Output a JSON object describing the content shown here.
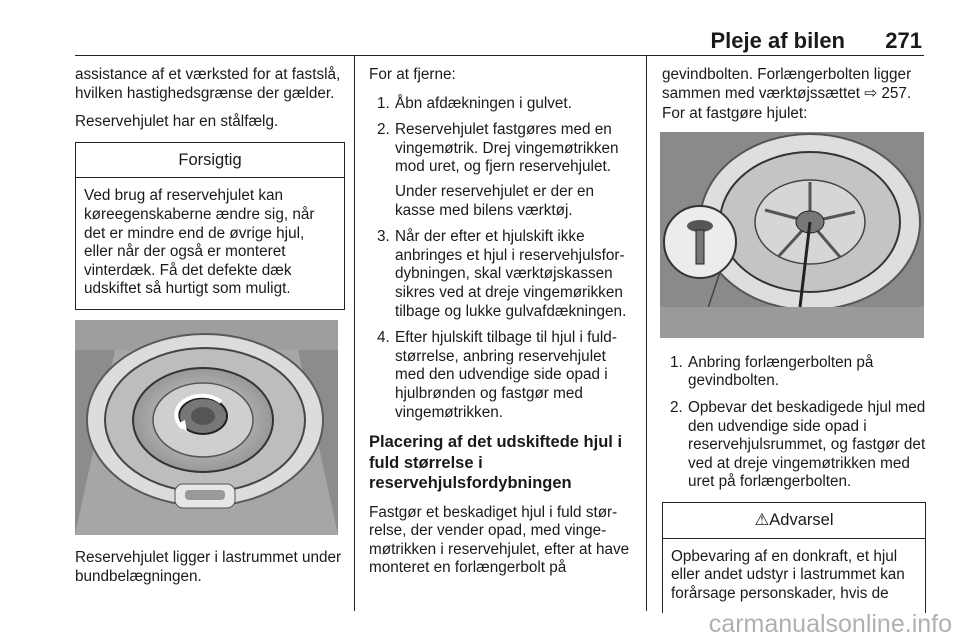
{
  "header": {
    "title": "Pleje af bilen",
    "page_number": "271"
  },
  "col1": {
    "p1": "assistance af et værksted for at fast­slå, hvilken hastighedsgrænse der gælder.",
    "p2": "Reservehjulet har en stålfælg.",
    "caution": {
      "heading": "Forsigtig",
      "body": "Ved brug af reservehjulet kan køreegenskaberne ændre sig, når det er mindre end de øvrige hjul, eller når der også er monteret vinterdæk. Få det defekte dæk udskiftet så hurtigt som muligt."
    },
    "caption": "Reservehjulet ligger i lastrummet under bundbelægningen."
  },
  "col2": {
    "intro": "For at fjerne:",
    "steps": [
      {
        "num": "1.",
        "text": "Åbn afdækningen i gulvet."
      },
      {
        "num": "2.",
        "text": "Reservehjulet fastgøres med en vingemøtrik. Drej vingemøtrikken mod uret, og fjern reservehjulet.",
        "sub": "Under reservehjulet er der en kasse med bilens værktøj."
      },
      {
        "num": "3.",
        "text": "Når der efter et hjulskift ikke anbringes et hjul i reservehjulsfor­dybningen, skal værktøjskassen sikres ved at dreje vingemørikken tilbage og lukke gulvafdæknin­gen."
      },
      {
        "num": "4.",
        "text": "Efter hjulskift tilbage til hjul i fuld­størrelse, anbring reservehjulet med den udvendige side opad i hjulbrønden og fastgør med vingemøtrikken."
      }
    ],
    "heading": "Placering af det udskiftede hjul i fuld størrelse i reservehjulsfordybningen",
    "p": "Fastgør et beskadiget hjul i fuld stør­relse, der vender opad, med vinge­møtrikken i reservehjulet, efter at have monteret en forlængerbolt på"
  },
  "col3": {
    "p1": "gevindbolten. Forlængerbolten ligger sammen med værktøjssættet ⇨ 257.",
    "p2": "For at fastgøre hjulet:",
    "steps": [
      {
        "num": "1.",
        "text": "Anbring forlængerbolten på gevindbolten."
      },
      {
        "num": "2.",
        "text": "Opbevar det beskadigede hjul med den udvendige side opad i reservehjulsrummet, og fastgør det ved at dreje vingemøtrikken med uret på forlængerbolten."
      }
    ],
    "warning": {
      "heading": "Advarsel",
      "body": "Opbevaring af en donkraft, et hjul eller andet udstyr i lastrummet kan forårsage personskader, hvis de"
    }
  },
  "watermark": "carmanualsonline.info"
}
